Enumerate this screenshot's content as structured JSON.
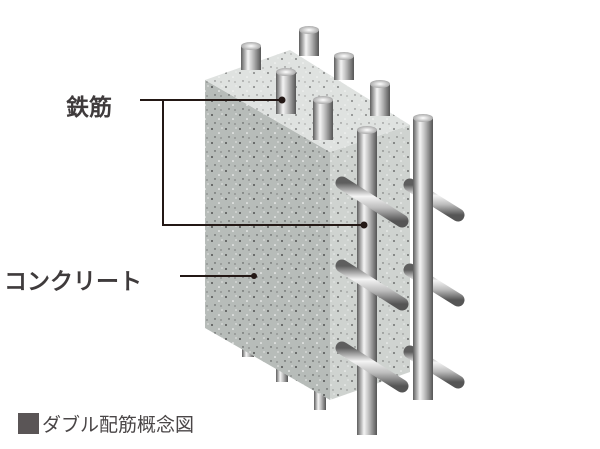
{
  "labels": {
    "rebar": "鉄筋",
    "concrete": "コンクリート"
  },
  "caption": {
    "marker": "square-bullet",
    "text": "ダブル配筋概念図"
  },
  "colors": {
    "label_text": "#3f3b3c",
    "leader_line": "#231815",
    "concrete_front": "#b7bcb9",
    "concrete_side": "#cfd3d0",
    "concrete_top": "#dfe2e0",
    "rebar_dark": "#6e6e6e",
    "rebar_light": "#f2f2f2"
  }
}
